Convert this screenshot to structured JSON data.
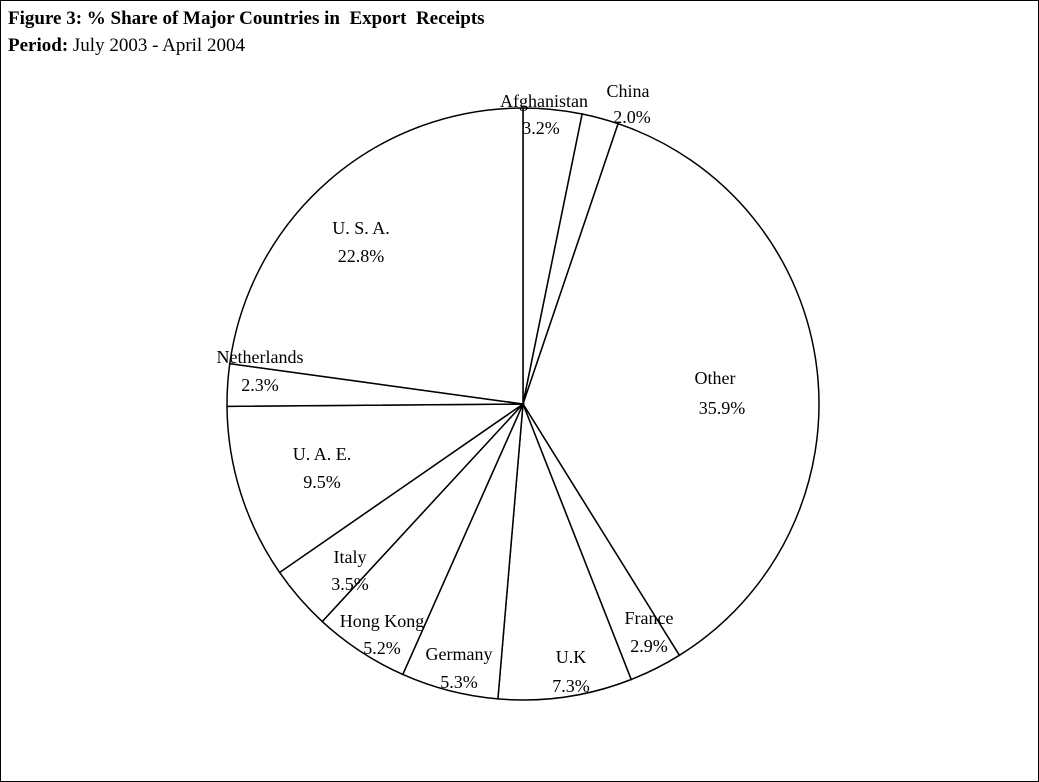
{
  "header": {
    "title": "Figure 3: % Share of Major Countries in  Export  Receipts",
    "period_label": "Period:",
    "period_value": " July 2003 - April 2004"
  },
  "chart_data": {
    "type": "pie",
    "start_angle_deg": 0,
    "direction": "clockwise",
    "slices": [
      {
        "name": "Afghanistan",
        "value": 3.2,
        "label": "3.2%"
      },
      {
        "name": "China",
        "value": 2.0,
        "label": "2.0%"
      },
      {
        "name": "Other",
        "value": 35.9,
        "label": "35.9%"
      },
      {
        "name": "France",
        "value": 2.9,
        "label": "2.9%"
      },
      {
        "name": "U.K",
        "value": 7.3,
        "label": "7.3%"
      },
      {
        "name": "Germany",
        "value": 5.3,
        "label": "5.3%"
      },
      {
        "name": "Hong Kong",
        "value": 5.2,
        "label": "5.2%"
      },
      {
        "name": "Italy",
        "value": 3.5,
        "label": "3.5%"
      },
      {
        "name": "U. A. E.",
        "value": 9.5,
        "label": "9.5%"
      },
      {
        "name": "Netherlands",
        "value": 2.3,
        "label": "2.3%"
      },
      {
        "name": "U. S. A.",
        "value": 22.8,
        "label": "22.8%"
      }
    ],
    "colors": {
      "fill": "#ffffff",
      "stroke": "#000000"
    }
  }
}
